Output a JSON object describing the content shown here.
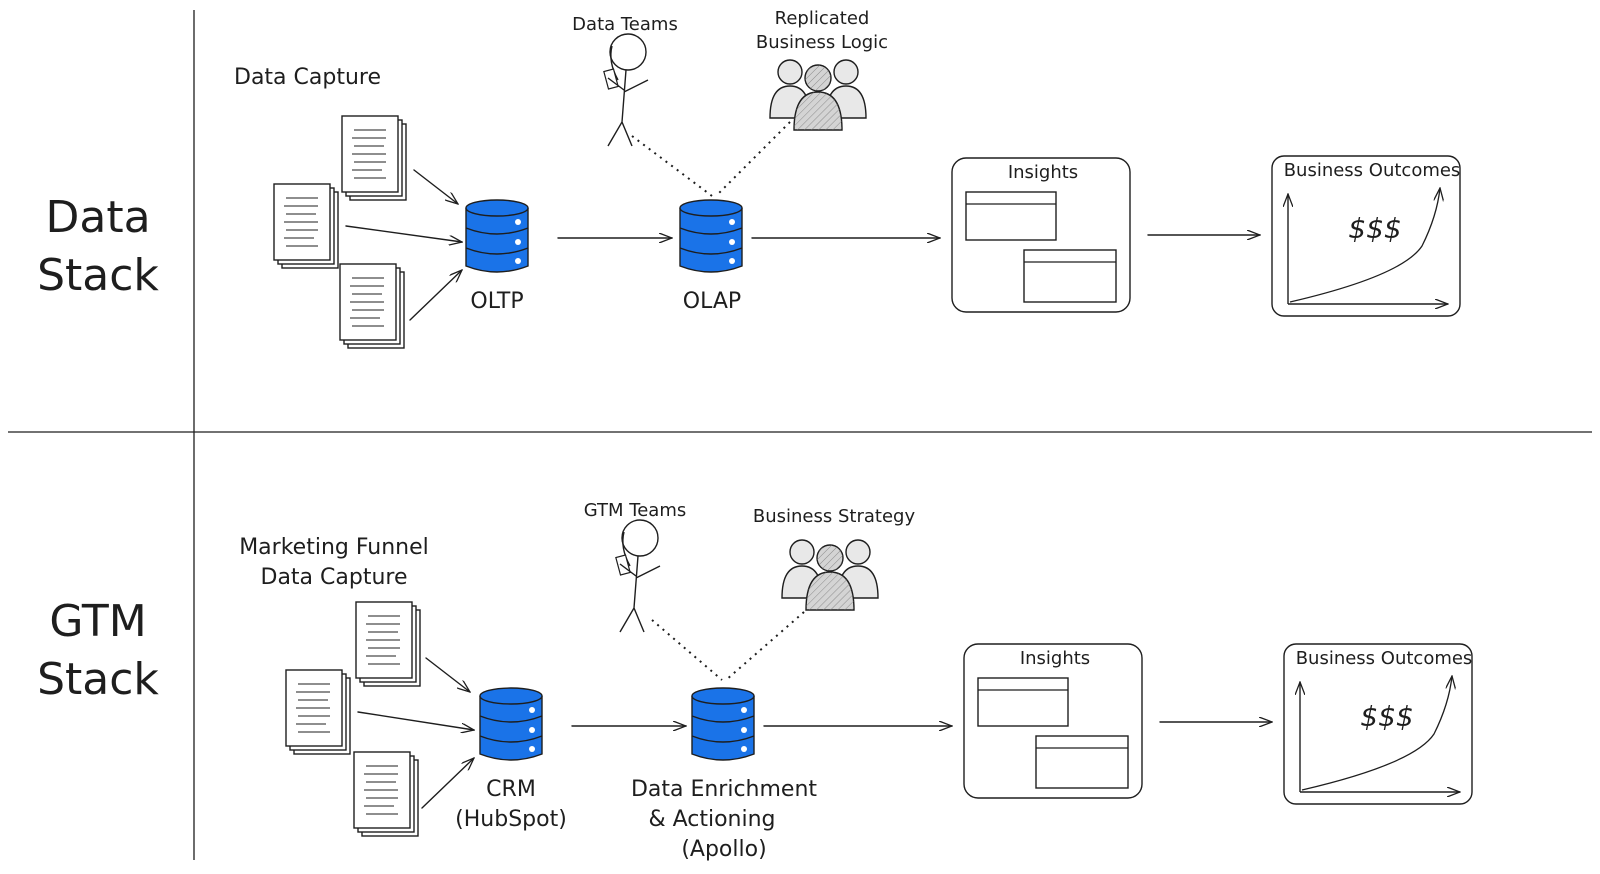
{
  "rows": {
    "data": {
      "title_line1": "Data",
      "title_line2": "Stack",
      "capture_label": "Data Capture",
      "team_label": "Data Teams",
      "group_label_line1": "Replicated",
      "group_label_line2": "Business Logic",
      "db1_label": "OLTP",
      "db2_label": "OLAP",
      "insights_label": "Insights",
      "outcomes_label": "Business Outcomes",
      "outcomes_value": "$$$"
    },
    "gtm": {
      "title_line1": "GTM",
      "title_line2": "Stack",
      "capture_label_line1": "Marketing Funnel",
      "capture_label_line2": "Data Capture",
      "team_label": "GTM Teams",
      "group_label": "Business Strategy",
      "db1_label_line1": "CRM",
      "db1_label_line2": "(HubSpot)",
      "db2_label_line1": "Data Enrichment",
      "db2_label_line2": "& Actioning",
      "db2_label_line3": "(Apollo)",
      "insights_label": "Insights",
      "outcomes_label": "Business Outcomes",
      "outcomes_value": "$$$"
    }
  },
  "colors": {
    "database": "#1a73e8",
    "ink": "#1e1e1e"
  }
}
